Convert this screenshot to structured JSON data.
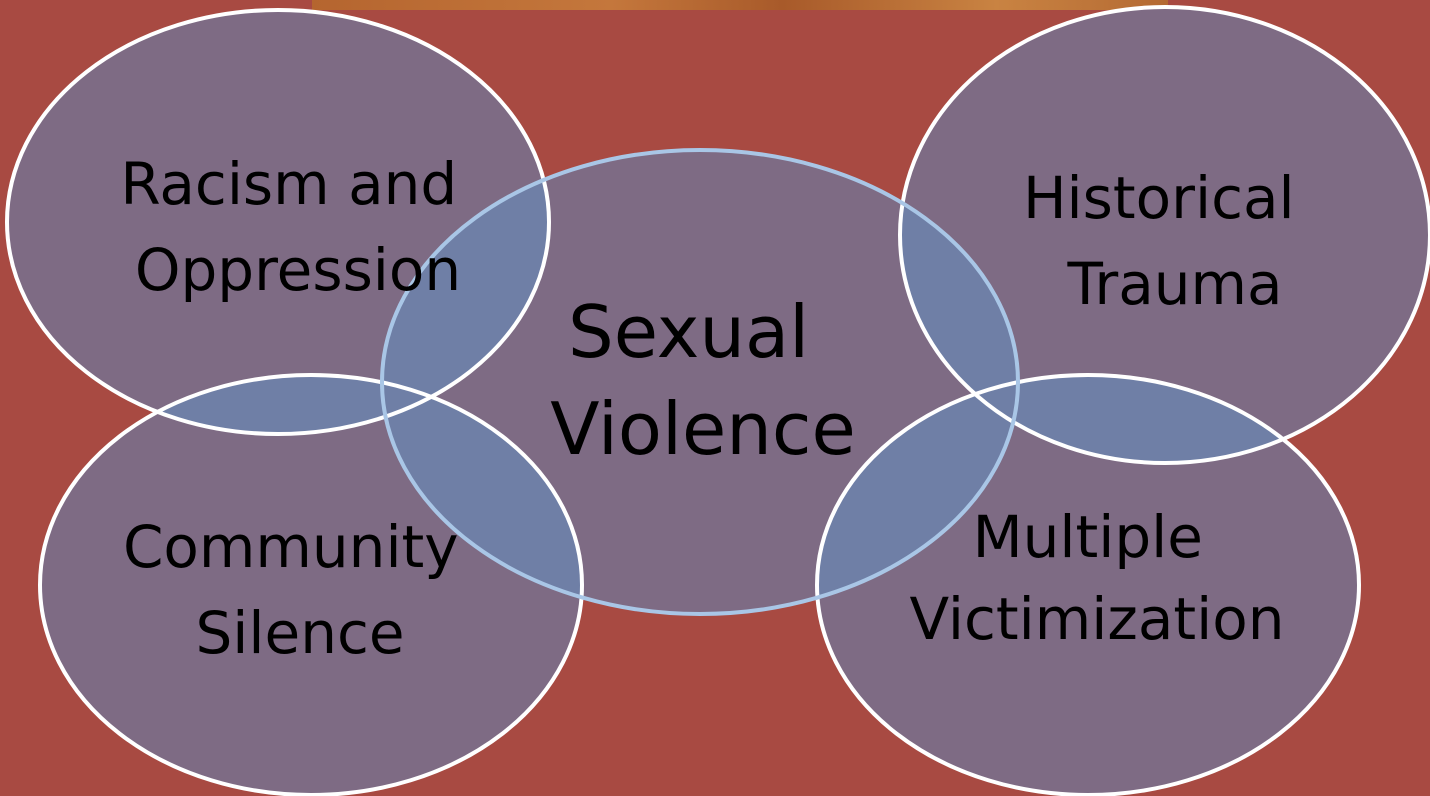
{
  "colors": {
    "background": "#a84a42",
    "circle_fill": "#7e6b84",
    "overlap_fill": "#6f7fa6",
    "outline_outer": "#ffffff",
    "outline_center": "#a9c6e6"
  },
  "diagram": {
    "center": {
      "lines": [
        "Sexual",
        "Violence"
      ]
    },
    "nodes": [
      {
        "id": "racism",
        "lines": [
          "Racism and",
          "Oppression"
        ]
      },
      {
        "id": "historical",
        "lines": [
          "Historical",
          "Trauma"
        ]
      },
      {
        "id": "community",
        "lines": [
          "Community",
          "Silence"
        ]
      },
      {
        "id": "multiple",
        "lines": [
          "Multiple",
          "Victimization"
        ]
      }
    ]
  }
}
